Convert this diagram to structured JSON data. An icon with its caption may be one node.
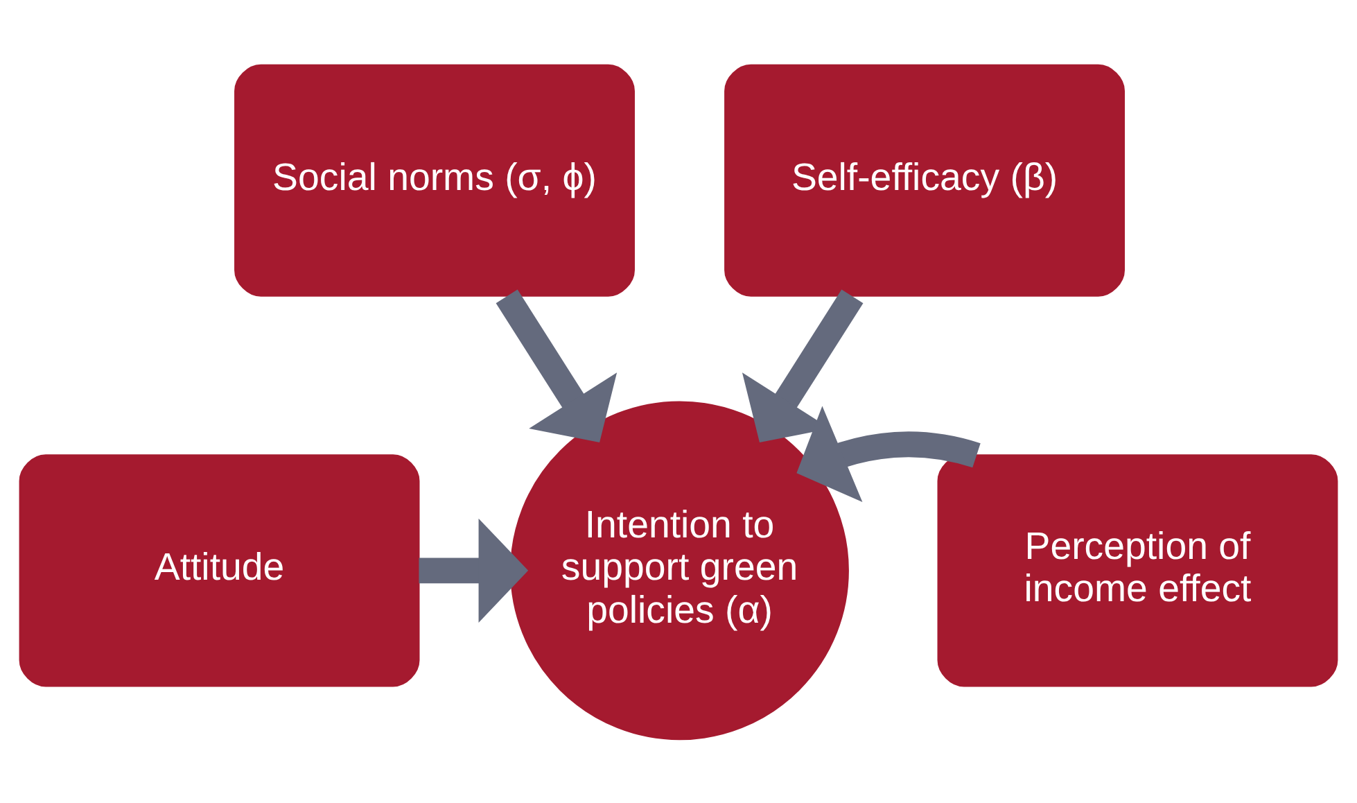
{
  "diagram": {
    "nodes": [
      {
        "text": [
          "Social norms (σ, ϕ)"
        ]
      },
      {
        "text": [
          "Self-efficacy (β)"
        ]
      },
      {
        "text": [
          "Attitude"
        ]
      },
      {
        "text": [
          "Intention to support green policies (α)"
        ]
      },
      {
        "text": [
          "Perception of income effect"
        ]
      }
    ],
    "edges": [
      {
        "from": 0,
        "to": 3,
        "arrow": "to"
      },
      {
        "from": 1,
        "to": 3,
        "arrow": "to"
      },
      {
        "from": 2,
        "to": 3,
        "arrow": "to"
      },
      {
        "from": 4,
        "to": 3,
        "arrow": "to"
      }
    ]
  }
}
